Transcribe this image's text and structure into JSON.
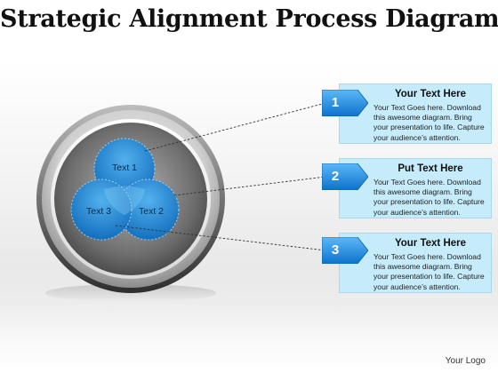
{
  "title": "Strategic Alignment Process Diagram",
  "circles": [
    {
      "label": "Text 1"
    },
    {
      "label": "Text 2"
    },
    {
      "label": "Text 3"
    }
  ],
  "steps": [
    {
      "number": "1",
      "heading": "Your Text Here",
      "body": "Your Text Goes here. Download this awesome diagram. Bring your presentation to life. Capture your audience’s attention."
    },
    {
      "number": "2",
      "heading": "Put Text Here",
      "body": "Your Text Goes here. Download this awesome diagram. Bring your presentation to life. Capture your audience’s attention."
    },
    {
      "number": "3",
      "heading": "Your Text Here",
      "body": "Your Text Goes here. Download this awesome diagram. Bring your presentation to life. Capture your audience’s attention."
    }
  ],
  "logo": "Your Logo",
  "colors": {
    "circle_blue": "#1e8ee0",
    "box_fill": "#c6ebfb",
    "arrow_blue": "#1f8fe3"
  }
}
